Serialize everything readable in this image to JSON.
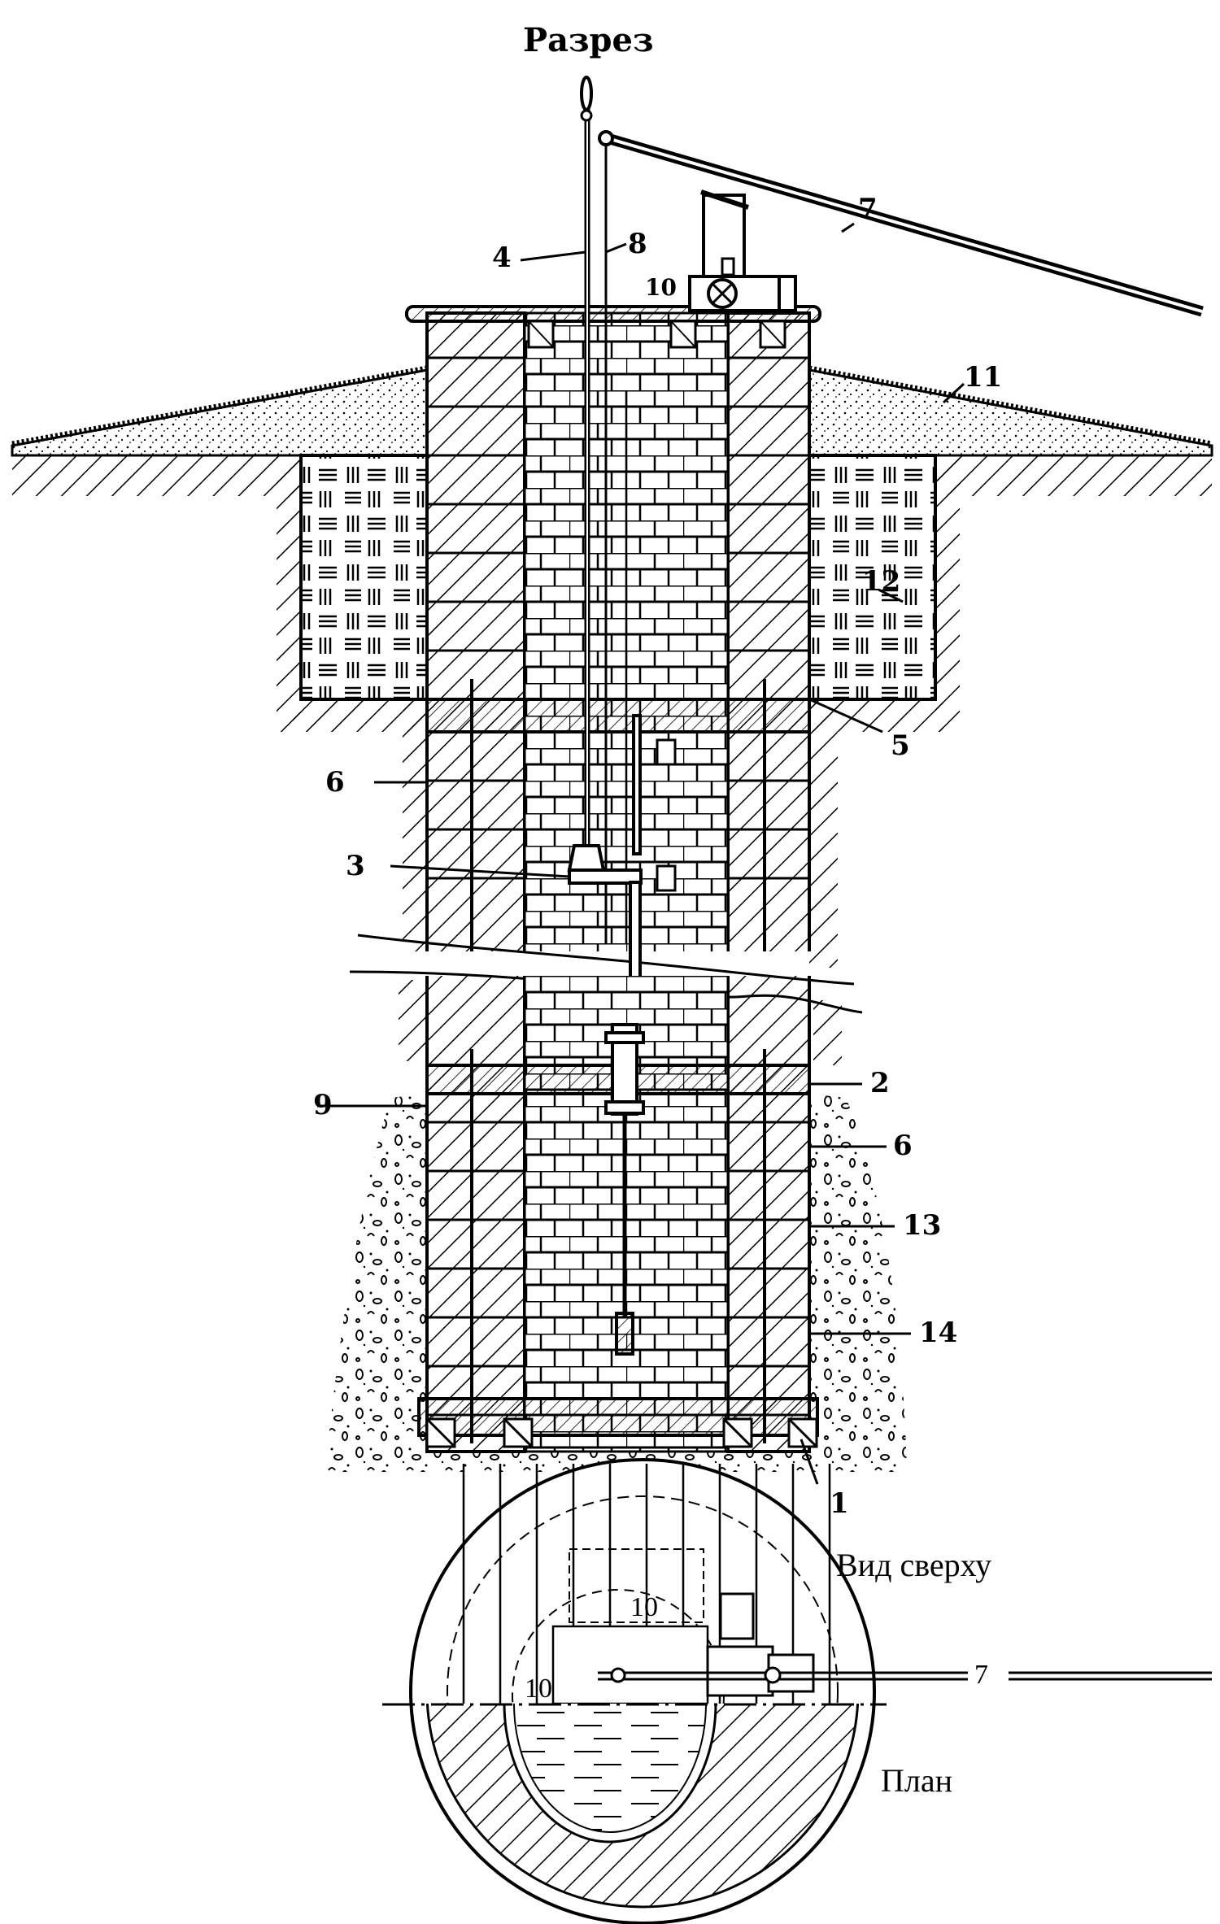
{
  "figure": {
    "section_title": "Разрез",
    "top_view_caption": "Вид сверху",
    "plan_caption": "План"
  },
  "section_labels": {
    "l1": "1",
    "l2": "2",
    "l3": "3",
    "l4": "4",
    "l5": "5",
    "l6_upper": "6",
    "l6_lower": "6",
    "l7": "7",
    "l8": "8",
    "l9": "9",
    "l10": "10",
    "l11": "11",
    "l12": "12",
    "l13": "13",
    "l14": "14"
  },
  "plan_labels": {
    "l10_upper": "10",
    "l10_lower": "10",
    "l7": "7"
  },
  "colors": {
    "ink": "#000000",
    "paper": "#ffffff"
  }
}
